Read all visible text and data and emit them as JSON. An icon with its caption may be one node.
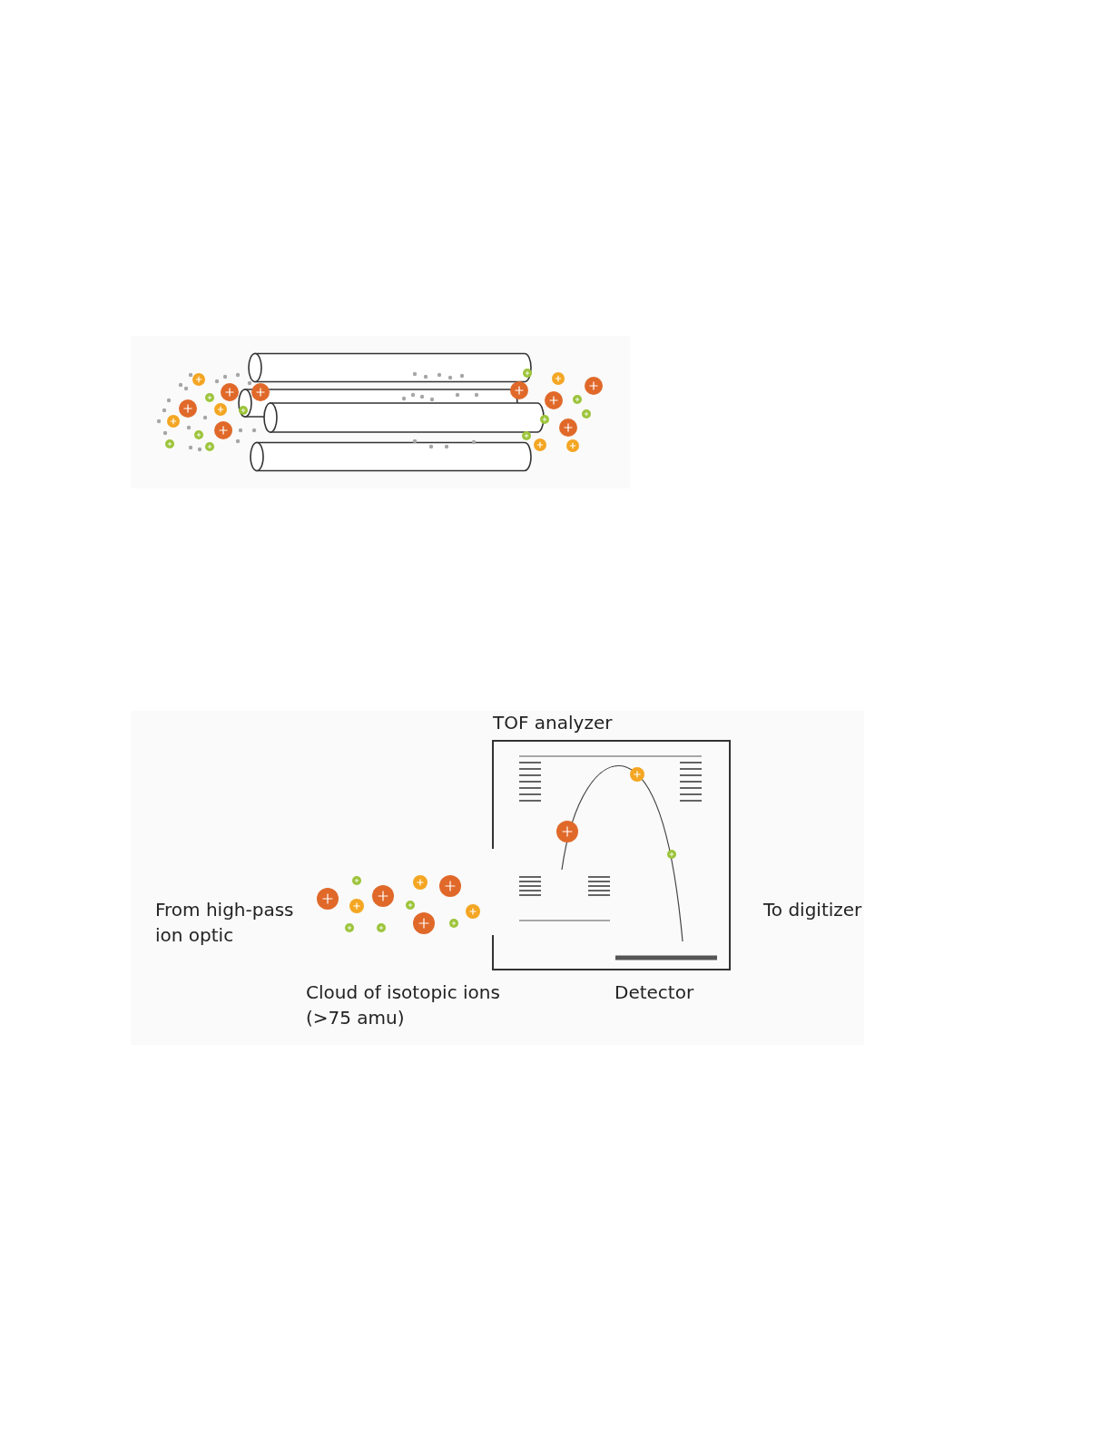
{
  "diagram": {
    "nodes": [
      {
        "text": [
          "TOF analyzer"
        ]
      }
    ],
    "labels": [
      "From high-pass ion optic",
      "To digitizer",
      "Cloud of isotopic ions (>75 amu)",
      "Detector"
    ]
  }
}
